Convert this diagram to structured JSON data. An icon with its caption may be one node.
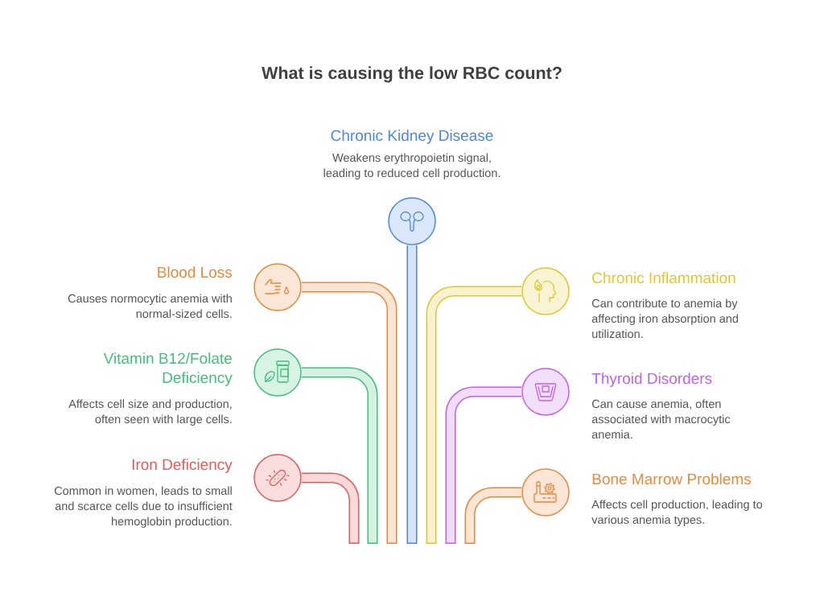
{
  "diagram": {
    "title": "What is causing the low RBC count?",
    "nodes": [
      {
        "text": [],
        "shape": "circle",
        "beside": [
          "Chronic Kidney Disease",
          "Weakens erythropoietin signal, leading to reduced cell production."
        ]
      },
      {
        "text": [],
        "shape": "circle",
        "beside": [
          "Blood Loss",
          "Causes normocytic anemia with normal-sized cells."
        ]
      },
      {
        "text": [],
        "shape": "circle",
        "beside": [
          "Chronic Inflammation",
          "Can contribute to anemia by affecting iron absorption and utilization."
        ]
      },
      {
        "text": [],
        "shape": "circle",
        "beside": [
          "Vitamin B12/Folate Deficiency",
          "Affects cell size and production, often seen with large cells."
        ]
      },
      {
        "text": [],
        "shape": "circle",
        "beside": [
          "Thyroid Disorders",
          "Can cause anemia, often associated with macrocytic anemia."
        ]
      },
      {
        "text": [],
        "shape": "circle",
        "beside": [
          "Iron Deficiency",
          "Common in women, leads to small and scarce cells due to insufficient hemoglobin production."
        ]
      },
      {
        "text": [],
        "shape": "circle",
        "beside": [
          "Bone Marrow Problems",
          "Affects cell production, leading to various anemia types."
        ]
      }
    ],
    "edges": [
      {
        "from": 0,
        "to": null,
        "arrow": "none",
        "color": "#4a86e8"
      },
      {
        "from": 1,
        "to": null,
        "arrow": "none",
        "color": "#e8883a"
      },
      {
        "from": 2,
        "to": null,
        "arrow": "none",
        "color": "#e2c628"
      },
      {
        "from": 3,
        "to": null,
        "arrow": "none",
        "color": "#3ebf7a"
      },
      {
        "from": 4,
        "to": null,
        "arrow": "none",
        "color": "#c060f0"
      },
      {
        "from": 5,
        "to": null,
        "arrow": "none",
        "color": "#e85858"
      },
      {
        "from": 6,
        "to": null,
        "arrow": "none",
        "color": "#e8883a"
      }
    ]
  }
}
